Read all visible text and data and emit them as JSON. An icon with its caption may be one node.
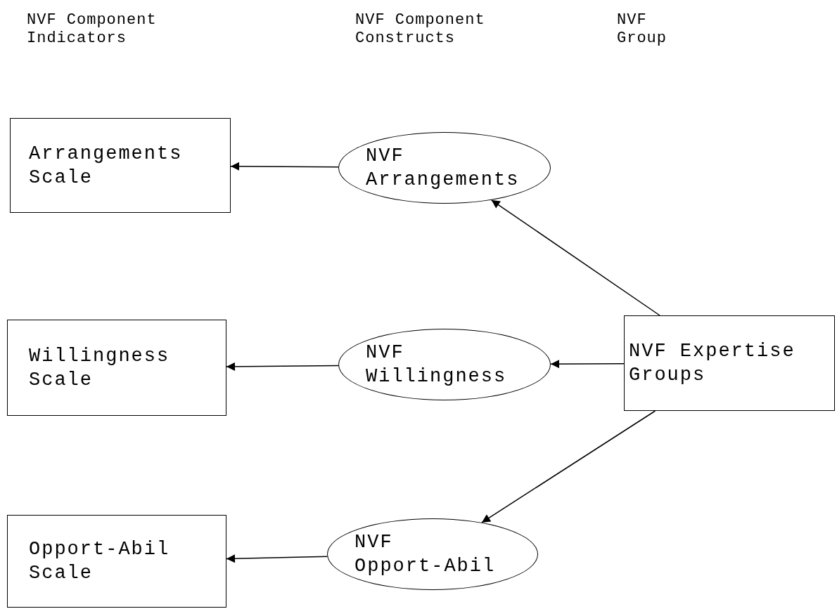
{
  "diagram": {
    "nodes": [
      {
        "text": [
          "Arrangements Scale"
        ]
      },
      {
        "text": [
          "NVF Arrangements"
        ]
      },
      {
        "text": [
          "Willingness Scale"
        ]
      },
      {
        "text": [
          "NVF Willingness"
        ]
      },
      {
        "text": [
          "NVF Expertise Groups"
        ]
      },
      {
        "text": [
          "Opport-Abil Scale"
        ]
      },
      {
        "text": [
          "NVF Opport-Abil"
        ]
      }
    ],
    "edges": [
      {
        "from": 1,
        "to": 0,
        "arrow": "to"
      },
      {
        "from": 4,
        "to": 1,
        "arrow": "to"
      },
      {
        "from": 4,
        "to": 3,
        "arrow": "to"
      },
      {
        "from": 3,
        "to": 2,
        "arrow": "to"
      },
      {
        "from": 4,
        "to": 6,
        "arrow": "to"
      },
      {
        "from": 6,
        "to": 5,
        "arrow": "to"
      }
    ],
    "labels": [
      "NVF Component Indicators",
      "NVF Component Constructs",
      "NVF Group"
    ]
  }
}
